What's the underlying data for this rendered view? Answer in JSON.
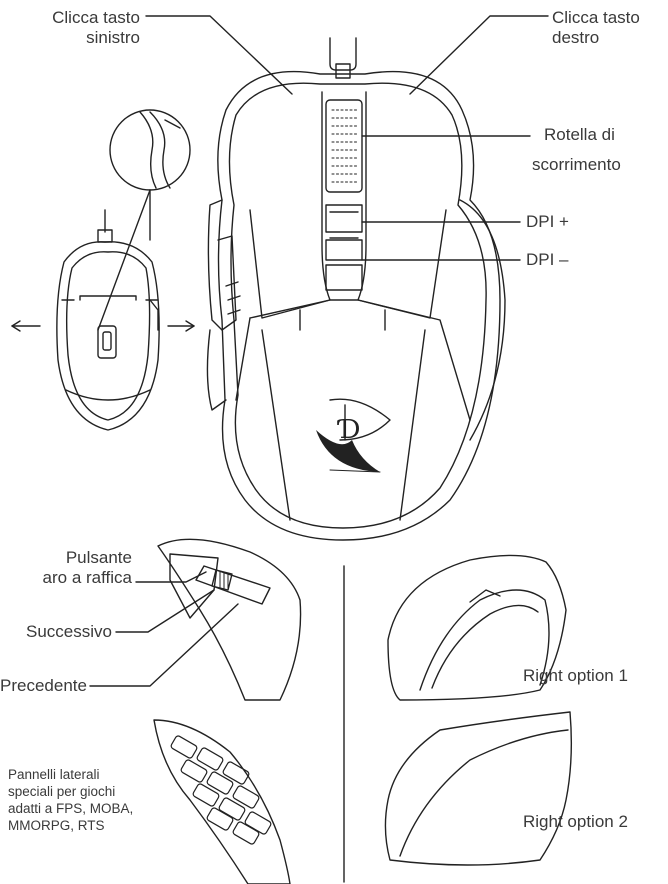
{
  "labels": {
    "left_click_l1": "Clicca tasto",
    "left_click_l2": "sinistro",
    "right_click_l1": "Clicca tasto",
    "right_click_l2": "destro",
    "scroll_l1": "Rotella di",
    "scroll_l2": "scorrimento",
    "dpi_plus": "DPI +",
    "dpi_minus": "DPI –",
    "fire_l1": "Pulsante",
    "fire_l2": "aro a raffica",
    "next": "Successivo",
    "previous": "Precedente",
    "panels_l1": "Pannelli laterali",
    "panels_l2": "speciali per giochi",
    "panels_l3": "adatti a FPS, MOBA,",
    "panels_l4": "MMORPG, RTS",
    "right_option_1": "Right option 1",
    "right_option_2": "Right option 2"
  },
  "colors": {
    "line": "#222222",
    "text": "#3a3a3a",
    "background": "#ffffff"
  }
}
